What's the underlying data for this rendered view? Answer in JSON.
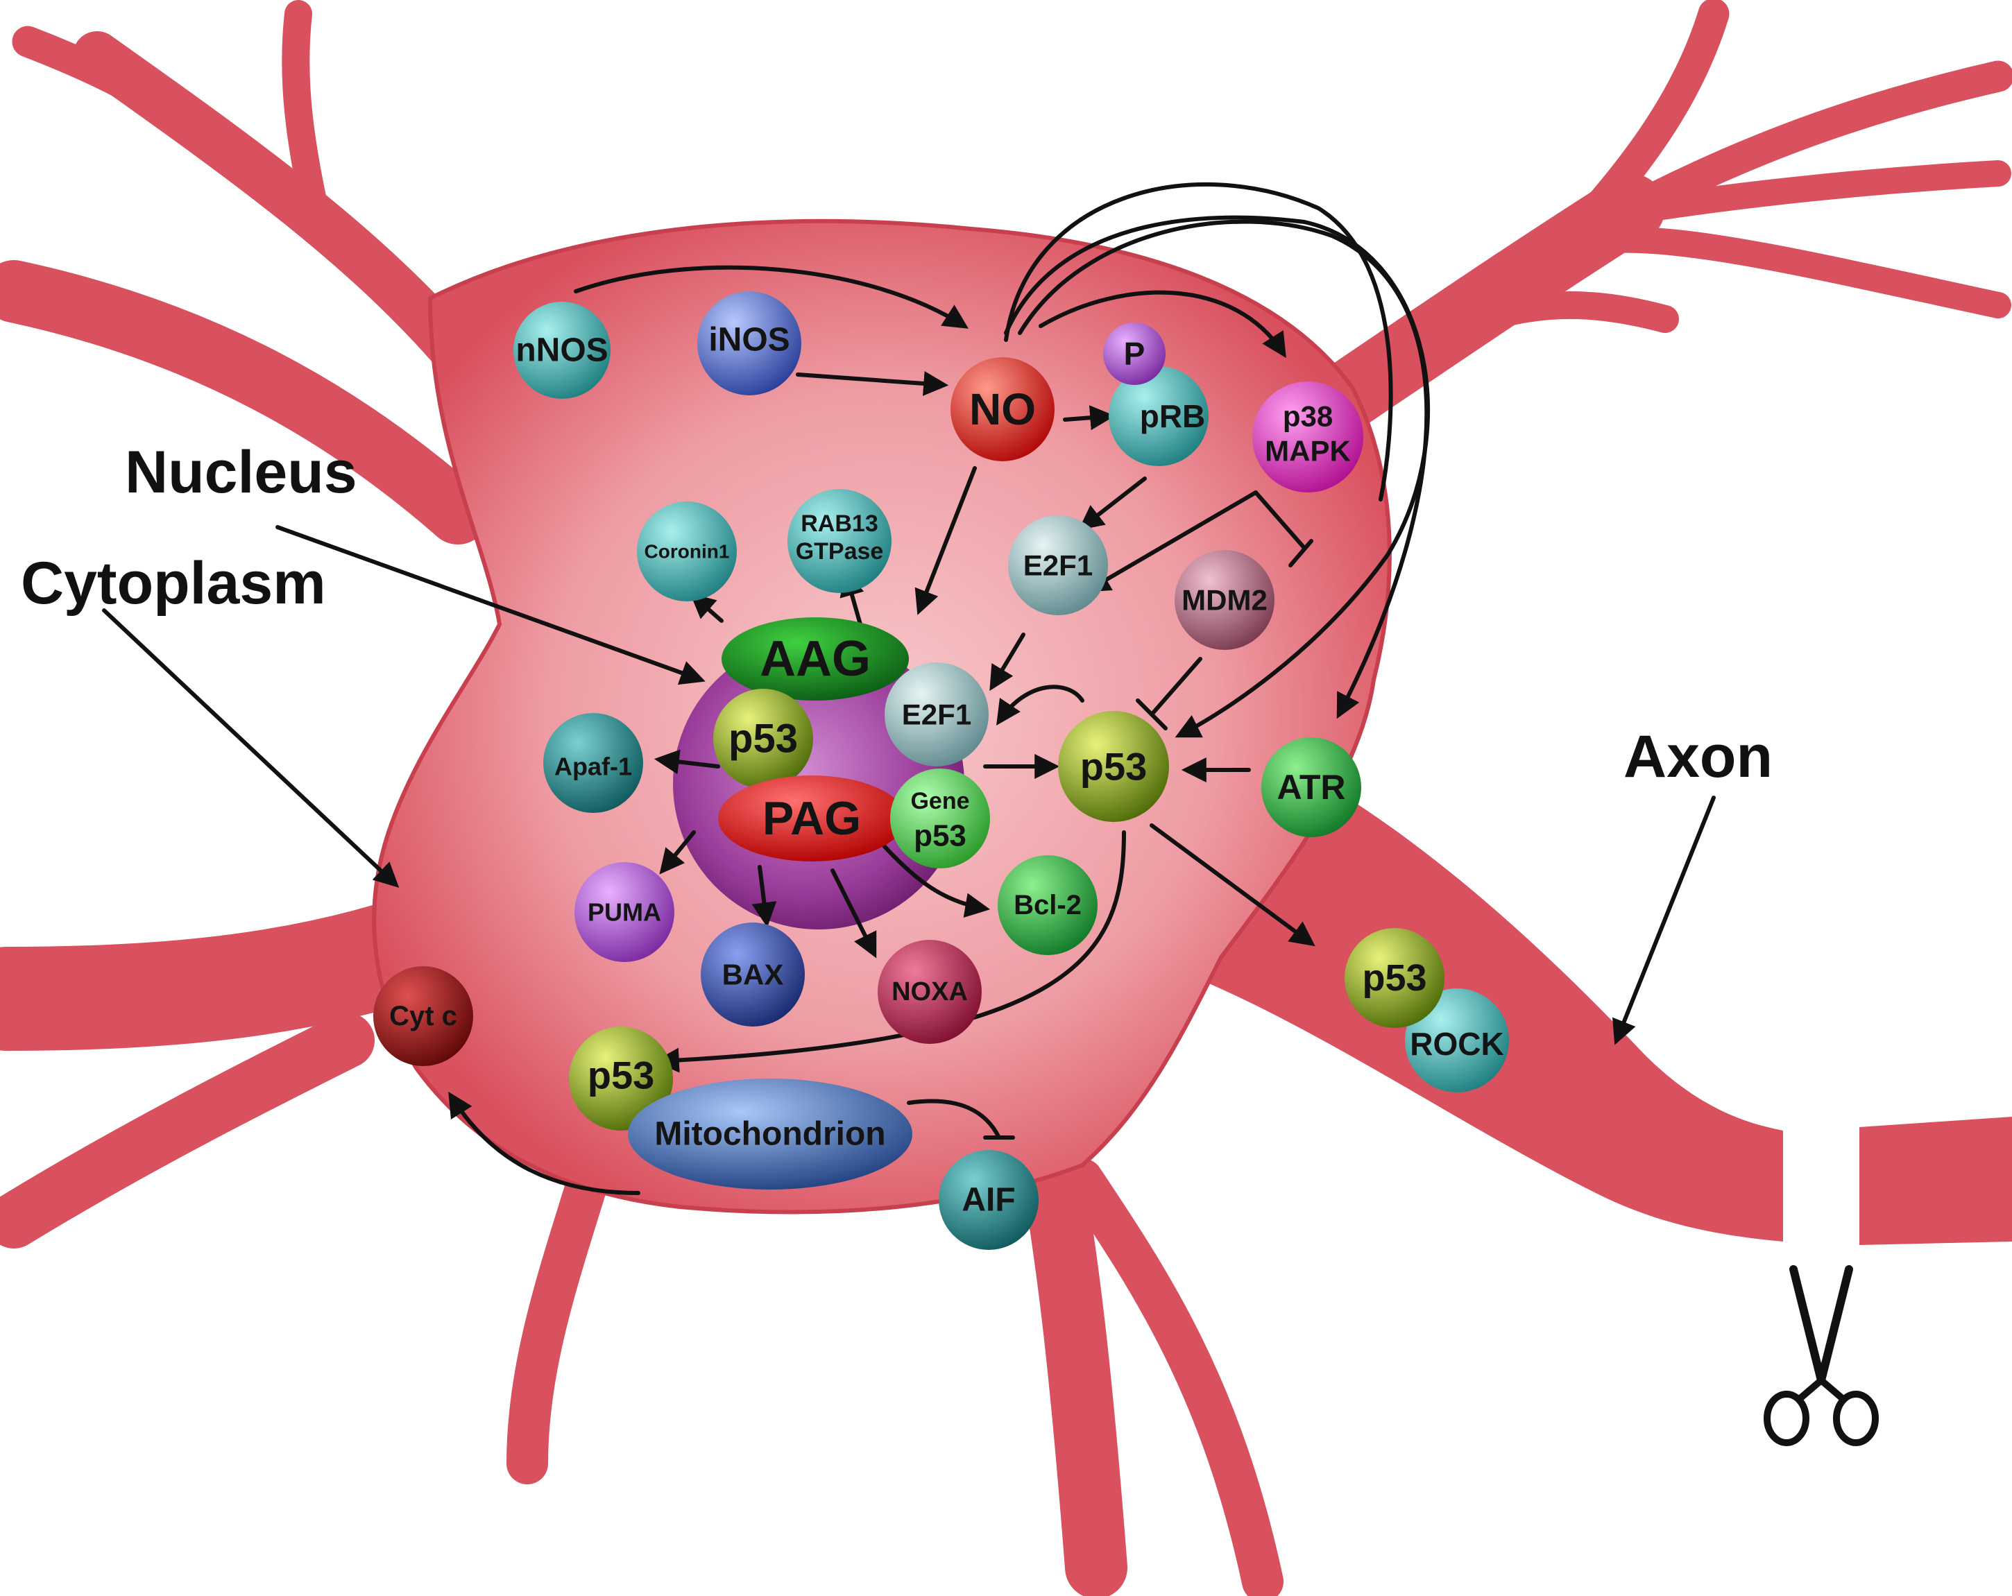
{
  "labels": {
    "nucleus": "Nucleus",
    "cytoplasm": "Cytoplasm",
    "axon": "Axon"
  },
  "molecules": {
    "nnos": "nNOS",
    "inos": "iNOS",
    "no": "NO",
    "p": "P",
    "prb": "pRB",
    "p38_line1": "p38",
    "p38_line2": "MAPK",
    "coronin": "Coronin1",
    "rab13_line1": "RAB13",
    "rab13_line2": "GTPase",
    "e2f1_cyto": "E2F1",
    "mdm2": "MDM2",
    "aag": "AAG",
    "p53_nucleus": "p53",
    "e2f1_nucleus": "E2F1",
    "pag": "PAG",
    "gene_line1": "Gene",
    "gene_line2": "p53",
    "p53_main": "p53",
    "atr": "ATR",
    "apaf": "Apaf-1",
    "puma": "PUMA",
    "bax": "BAX",
    "noxa": "NOXA",
    "bcl2": "Bcl-2",
    "p53_rock": "p53",
    "rock": "ROCK",
    "cytc": "Cyt c",
    "p53_mito": "p53",
    "mitochondrion": "Mitochondrion",
    "aif": "AIF"
  },
  "colors": {
    "neuron": "#d9505e",
    "neuron_light": "#f2b8bc",
    "nucleus": "#8e2c8e",
    "teal": "#3fb3b3",
    "blue": "#4f6fd0",
    "red": "#e82020",
    "green": "#22a83c",
    "olive": "#94b81c",
    "magenta": "#e030c0",
    "purple": "#b05cd0",
    "navy": "#2f4aa0",
    "crimson": "#c0204a",
    "darkred": "#a01818",
    "light_green": "#4ccd4c",
    "mauve": "#b06880",
    "mito": "#3d6fb8"
  },
  "icons": {
    "scissors": "scissors-icon"
  }
}
